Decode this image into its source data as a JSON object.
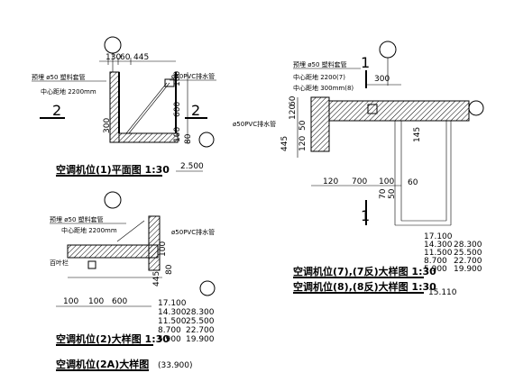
{
  "panels": {
    "p1": {
      "title": "空调机位(1)平面图 1:30",
      "dims": [
        "130",
        "60",
        "445",
        "100",
        "600",
        "300",
        "100",
        "80"
      ],
      "notes": [
        "预埋 ø50 塑料套管",
        "中心距地 2200mm",
        "ø50PVC排水管"
      ],
      "section": "2",
      "level": "2.500"
    },
    "p2": {
      "title": "空调机位(2)大样图 1:30",
      "subtitle": "空调机位(2A)大样图",
      "dims": [
        "100",
        "100",
        "600",
        "445",
        "80",
        "100"
      ],
      "notes": [
        "预埋 ø50 塑料套管",
        "中心距地 2200mm",
        "ø50PVC排水管",
        "百叶栏"
      ],
      "levels_left": [
        "17.100",
        "14.300",
        "11.500",
        "8.700",
        "5.900"
      ],
      "levels_right": [
        "28.300",
        "25.500",
        "22.700",
        "19.900"
      ],
      "level_bottom": "(33.900)"
    },
    "p3": {
      "title1": "空调机位(7),(7反)大样图 1:30",
      "title2": "空调机位(8),(8反)大样图 1:30",
      "dims_top": [
        "300"
      ],
      "dims_left": [
        "60",
        "120",
        "445",
        "50",
        "120"
      ],
      "dims_bottom": [
        "120",
        "700",
        "100",
        "70",
        "50"
      ],
      "dim_right": "60",
      "dim_145": "145",
      "notes": [
        "预埋 ø50 塑料套管",
        "中心距地 2200(7)",
        "中心距地 300mm(8)",
        "ø50PVC排水管"
      ],
      "section": "1",
      "levels_left": [
        "17.100",
        "14.300",
        "11.500",
        "8.700",
        "5.900"
      ],
      "levels_right": [
        "28.300",
        "25.500",
        "22.700",
        "19.900"
      ],
      "level_extra": "15.110"
    }
  }
}
